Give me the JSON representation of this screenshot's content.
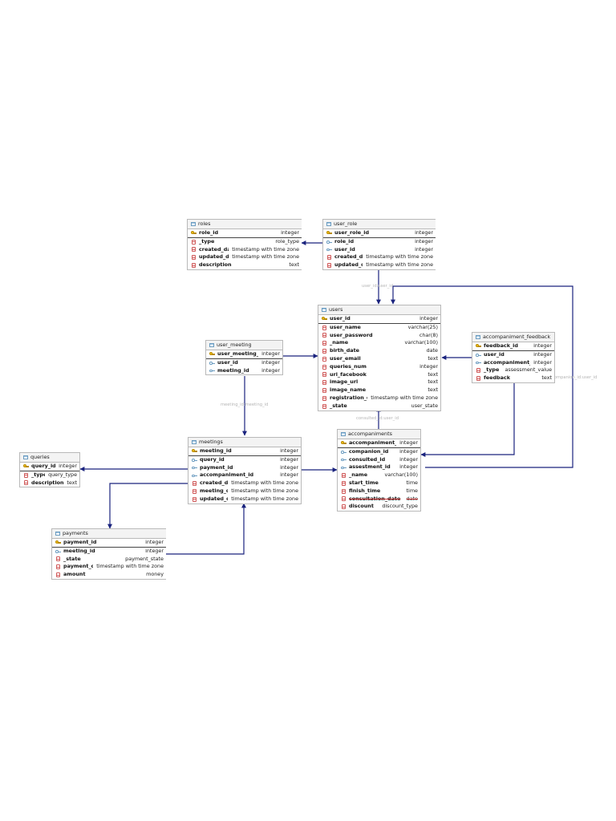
{
  "tables": {
    "roles": {
      "name": "roles",
      "columns": [
        {
          "name": "role_id",
          "type": "integer",
          "icon": "primary-key-icon"
        },
        {
          "name": "_type",
          "type": "role_type",
          "icon": "column-icon"
        },
        {
          "name": "created_date",
          "type": "timestamp with time zone",
          "icon": "column-icon"
        },
        {
          "name": "updated_date",
          "type": "timestamp with time zone",
          "icon": "column-icon"
        },
        {
          "name": "description",
          "type": "text",
          "icon": "column-icon"
        }
      ]
    },
    "user_role": {
      "name": "user_role",
      "columns": [
        {
          "name": "user_role_id",
          "type": "integer",
          "icon": "primary-key-icon"
        },
        {
          "name": "role_id",
          "type": "integer",
          "icon": "foreign-key-icon"
        },
        {
          "name": "user_id",
          "type": "integer",
          "icon": "foreign-key-icon"
        },
        {
          "name": "created_date",
          "type": "timestamp with time zone",
          "icon": "column-icon"
        },
        {
          "name": "updated_date",
          "type": "timestamp with time zone",
          "icon": "column-icon"
        }
      ]
    },
    "users": {
      "name": "users",
      "columns": [
        {
          "name": "user_id",
          "type": "integer",
          "icon": "primary-key-icon"
        },
        {
          "name": "user_name",
          "type": "varchar(25)",
          "icon": "column-icon"
        },
        {
          "name": "user_password",
          "type": "char(8)",
          "icon": "column-icon"
        },
        {
          "name": "_name",
          "type": "varchar(100)",
          "icon": "column-icon"
        },
        {
          "name": "birth_date",
          "type": "date",
          "icon": "column-icon"
        },
        {
          "name": "user_email",
          "type": "text",
          "icon": "column-icon"
        },
        {
          "name": "queries_num",
          "type": "integer",
          "icon": "column-icon"
        },
        {
          "name": "url_facebook",
          "type": "text",
          "icon": "column-icon"
        },
        {
          "name": "image_url",
          "type": "text",
          "icon": "column-icon"
        },
        {
          "name": "image_name",
          "type": "text",
          "icon": "column-icon"
        },
        {
          "name": "registration_date",
          "type": "timestamp with time zone",
          "icon": "column-icon"
        },
        {
          "name": "_state",
          "type": "user_state",
          "icon": "column-icon"
        }
      ]
    },
    "user_meeting": {
      "name": "user_meeting",
      "columns": [
        {
          "name": "user_meeting_id",
          "type": "integer",
          "icon": "primary-key-icon"
        },
        {
          "name": "user_id",
          "type": "integer",
          "icon": "foreign-key-icon"
        },
        {
          "name": "meeting_id",
          "type": "integer",
          "icon": "foreign-key-icon"
        }
      ]
    },
    "accompaniment_feedback": {
      "name": "accompaniment_feedback",
      "columns": [
        {
          "name": "feedback_id",
          "type": "integer",
          "icon": "primary-key-icon"
        },
        {
          "name": "user_id",
          "type": "integer",
          "icon": "foreign-key-icon"
        },
        {
          "name": "accompaniment_id",
          "type": "integer",
          "icon": "foreign-key-icon"
        },
        {
          "name": "_type",
          "type": "assessment_value",
          "icon": "column-icon"
        },
        {
          "name": "feedback",
          "type": "text",
          "icon": "column-icon"
        }
      ]
    },
    "meetings": {
      "name": "meetings",
      "columns": [
        {
          "name": "meeting_id",
          "type": "integer",
          "icon": "primary-key-icon"
        },
        {
          "name": "query_id",
          "type": "integer",
          "icon": "foreign-key-icon"
        },
        {
          "name": "payment_id",
          "type": "integer",
          "icon": "foreign-key-icon"
        },
        {
          "name": "accompaniment_id",
          "type": "integer",
          "icon": "foreign-key-icon"
        },
        {
          "name": "created_date",
          "type": "timestamp with time zone",
          "icon": "column-icon"
        },
        {
          "name": "meeting_date",
          "type": "timestamp with time zone",
          "icon": "column-icon"
        },
        {
          "name": "updated_date",
          "type": "timestamp with time zone",
          "icon": "column-icon"
        }
      ]
    },
    "accompaniments": {
      "name": "accompaniments",
      "columns": [
        {
          "name": "accompaniment_id",
          "type": "integer",
          "icon": "primary-key-icon"
        },
        {
          "name": "companion_id",
          "type": "integer",
          "icon": "foreign-key-icon"
        },
        {
          "name": "consulted_id",
          "type": "integer",
          "icon": "foreign-key-icon"
        },
        {
          "name": "assestment_id",
          "type": "integer",
          "icon": "foreign-key-icon"
        },
        {
          "name": "_name",
          "type": "varchar(100)",
          "icon": "column-icon"
        },
        {
          "name": "start_time",
          "type": "time",
          "icon": "column-icon"
        },
        {
          "name": "finish_time",
          "type": "time",
          "icon": "column-icon"
        },
        {
          "name": "consultation_date",
          "type": "date",
          "icon": "column-icon",
          "struck": true
        },
        {
          "name": "discount",
          "type": "discount_type",
          "icon": "column-icon"
        }
      ]
    },
    "queries": {
      "name": "queries",
      "columns": [
        {
          "name": "query_id",
          "type": "integer",
          "icon": "primary-key-icon"
        },
        {
          "name": "_type",
          "type": "query_type",
          "icon": "column-icon"
        },
        {
          "name": "description",
          "type": "text",
          "icon": "column-icon"
        }
      ]
    },
    "payments": {
      "name": "payments",
      "columns": [
        {
          "name": "payment_id",
          "type": "integer",
          "icon": "primary-key-icon"
        },
        {
          "name": "meeting_id",
          "type": "integer",
          "icon": "foreign-key-icon"
        },
        {
          "name": "_state",
          "type": "payment_state",
          "icon": "column-icon"
        },
        {
          "name": "payment_date",
          "type": "timestamp with time zone",
          "icon": "column-icon"
        },
        {
          "name": "amount",
          "type": "money",
          "icon": "column-icon"
        }
      ]
    }
  },
  "relationship_labels": {
    "user_role_users": "user_id:user_id",
    "user_meeting_meetings": "meeting_id:meeting_id",
    "accompaniments_users": "consulted_id:user_id",
    "feedback_users": "companion_id:user_id"
  },
  "colors": {
    "connector": "#1a237e",
    "border": "#b9b9b9",
    "label": "#b5b5b5"
  }
}
